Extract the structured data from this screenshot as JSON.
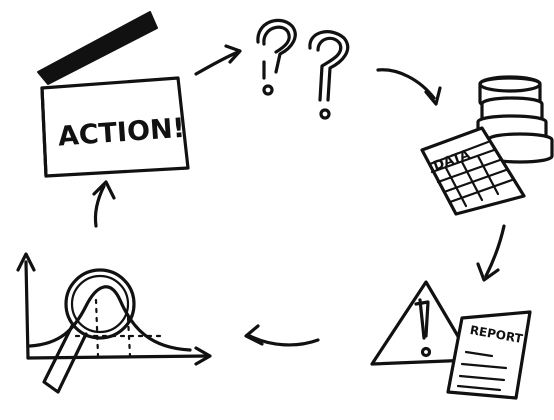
{
  "action_board": {
    "label": "ACTION!"
  },
  "data_sheet": {
    "label": "DATA"
  },
  "report": {
    "label": "REPORT"
  }
}
